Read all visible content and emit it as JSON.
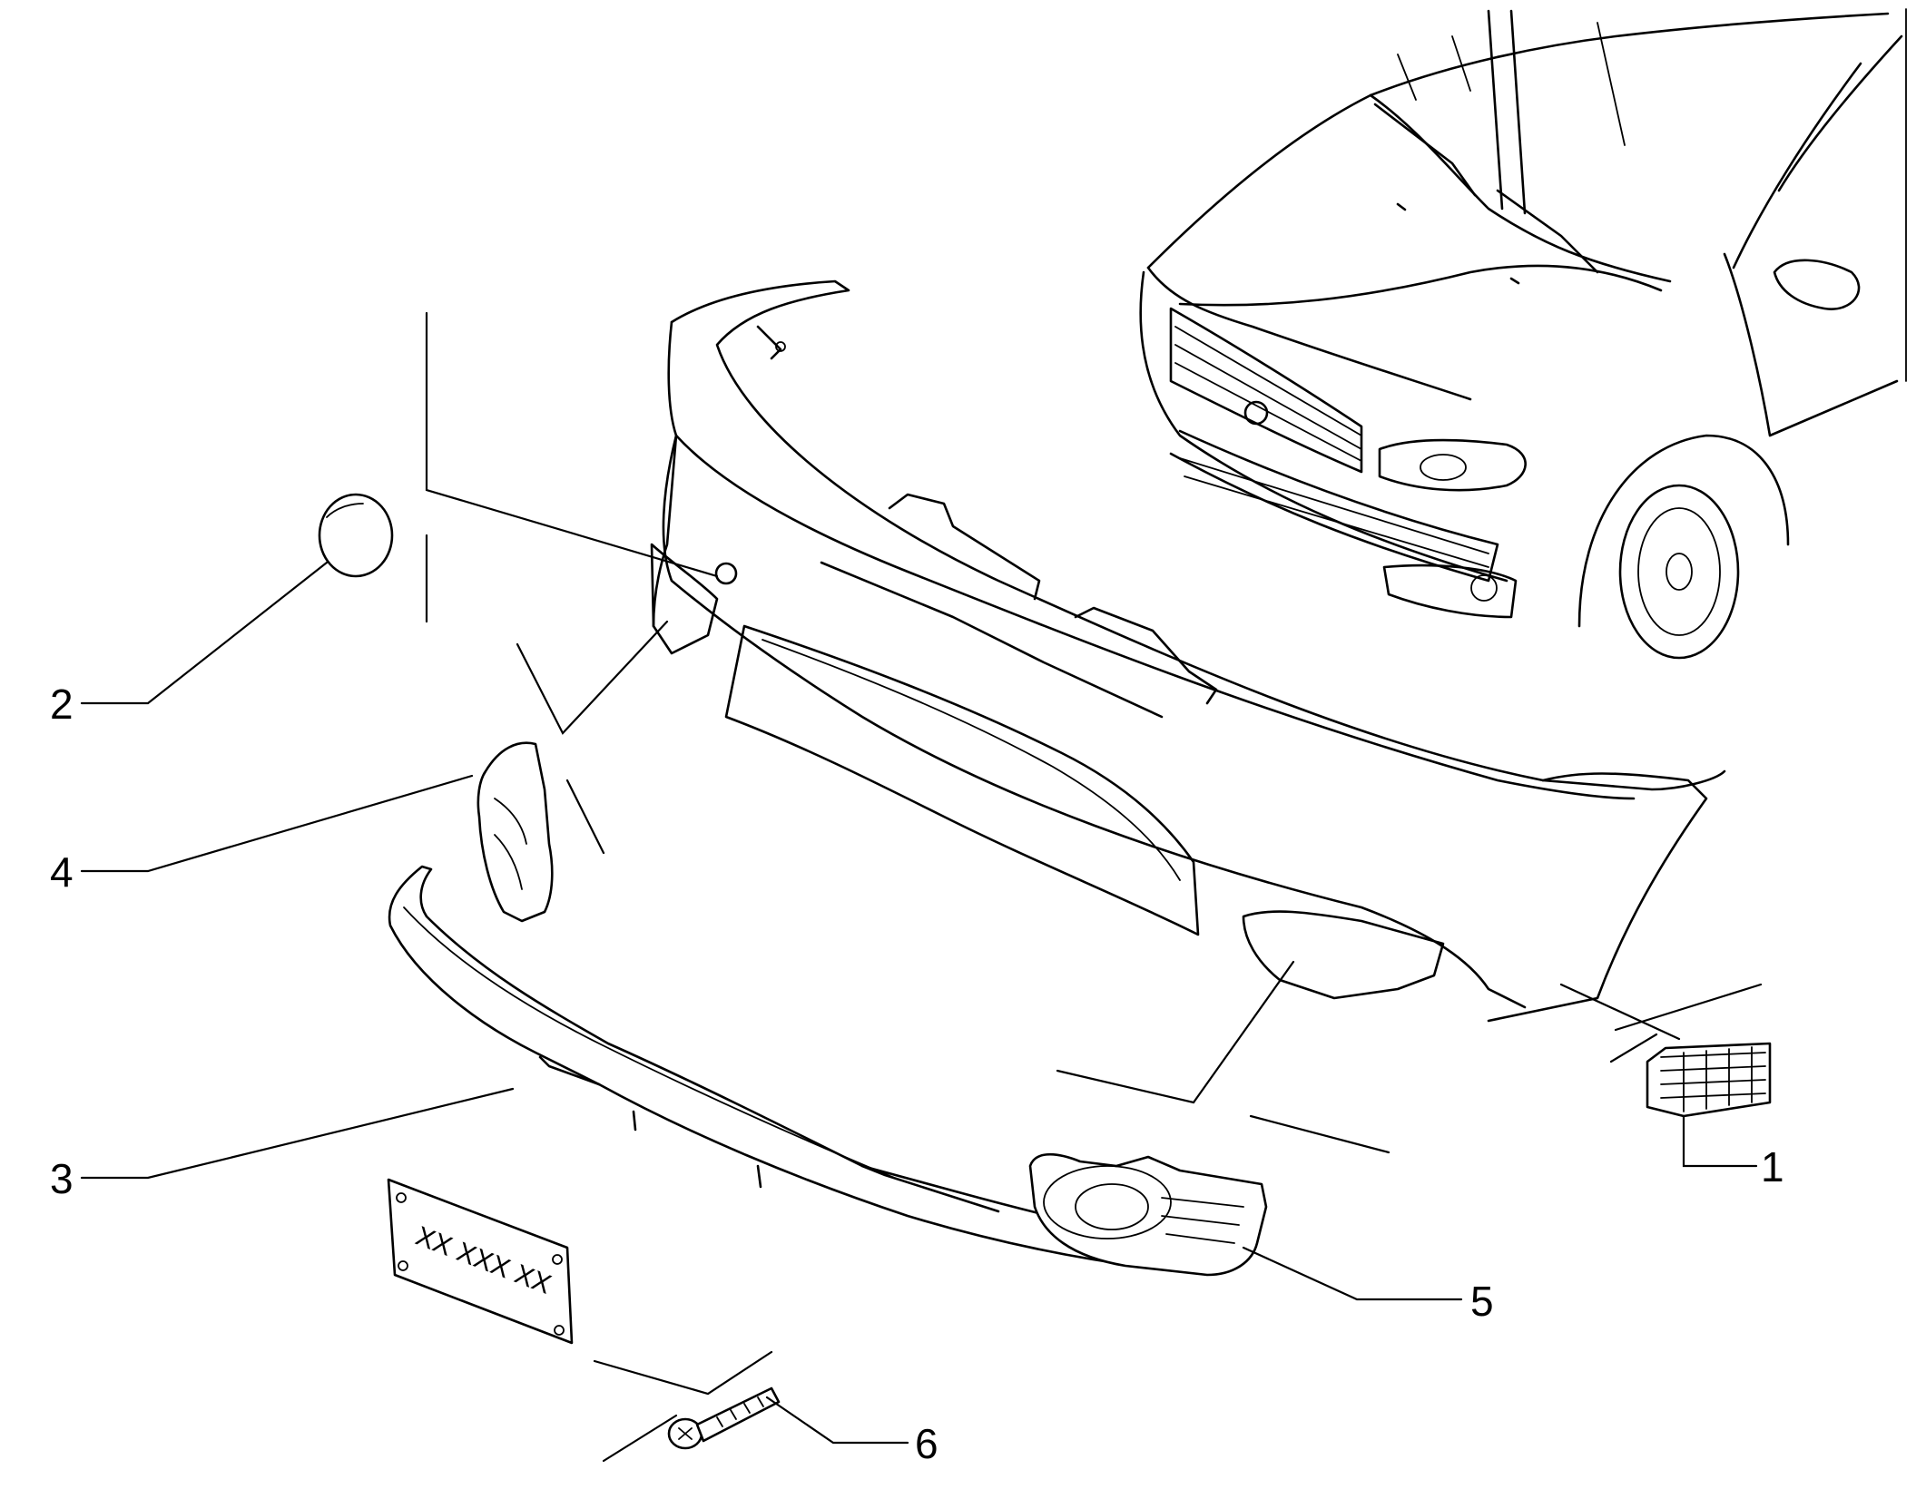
{
  "callouts": {
    "c1": "1",
    "c2": "2",
    "c3": "3",
    "c4": "4",
    "c5": "5",
    "c6": "6"
  },
  "plate": {
    "text": "XX XXX XX"
  }
}
